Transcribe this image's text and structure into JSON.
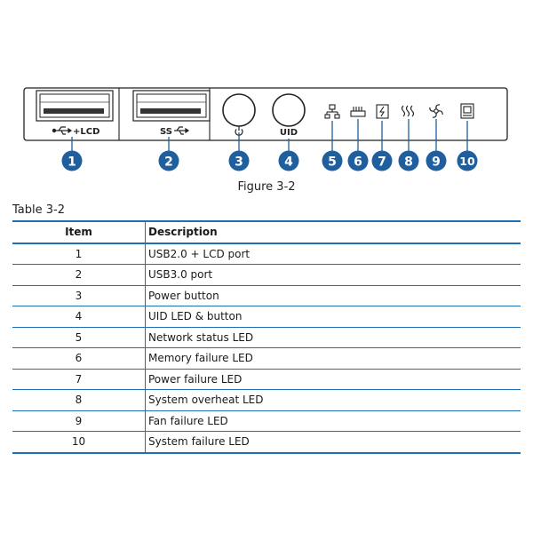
{
  "figure": {
    "caption": "Figure 3-2",
    "port_labels": {
      "usb_lcd": "LCD",
      "uid": "UID"
    },
    "callout_color": "#1f5f9e",
    "callouts": [
      "1",
      "2",
      "3",
      "4",
      "5",
      "6",
      "7",
      "8",
      "9",
      "10"
    ],
    "icons": [
      "usb-icon",
      "usb3-icon",
      "power-icon",
      "network-icon",
      "memory-icon",
      "power-failure-icon",
      "overheat-icon",
      "fan-icon",
      "system-failure-icon"
    ]
  },
  "table": {
    "label": "Table 3-2",
    "headers": {
      "item": "Item",
      "description": "Description"
    },
    "rows": [
      {
        "item": "1",
        "description": "USB2.0 + LCD port"
      },
      {
        "item": "2",
        "description": "USB3.0 port"
      },
      {
        "item": "3",
        "description": "Power button"
      },
      {
        "item": "4",
        "description": "UID LED & button"
      },
      {
        "item": "5",
        "description": "Network status LED"
      },
      {
        "item": "6",
        "description": "Memory failure LED"
      },
      {
        "item": "7",
        "description": "Power failure LED"
      },
      {
        "item": "8",
        "description": "System overheat LED"
      },
      {
        "item": "9",
        "description": "Fan failure LED"
      },
      {
        "item": "10",
        "description": "System failure LED"
      }
    ],
    "rule_color": "#1f6fb5"
  }
}
